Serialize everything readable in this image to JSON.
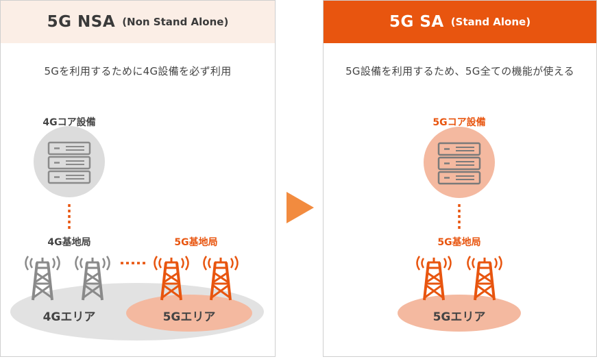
{
  "nsa": {
    "title_main": "5G NSA",
    "title_sub": "(Non Stand Alone)",
    "description": "5Gを利用するために4G設備を必ず利用",
    "core_label": "4Gコア設備",
    "base4g_label": "4G基地局",
    "base5g_label": "5G基地局",
    "area4g_label": "4Gエリア",
    "area5g_label": "5Gエリア"
  },
  "sa": {
    "title_main": "5G SA",
    "title_sub": "(Stand Alone)",
    "description": "5G設備を利用するため、5G全ての機能が使える",
    "core_label": "5Gコア設備",
    "base5g_label": "5G基地局",
    "area5g_label": "5Gエリア"
  },
  "colors": {
    "orange": "#e8550f",
    "orange_light": "#f4b9a0",
    "gray": "#7a7a7a",
    "gray_light": "#e2e2e2",
    "header_nsa_bg": "#fbeee6"
  }
}
